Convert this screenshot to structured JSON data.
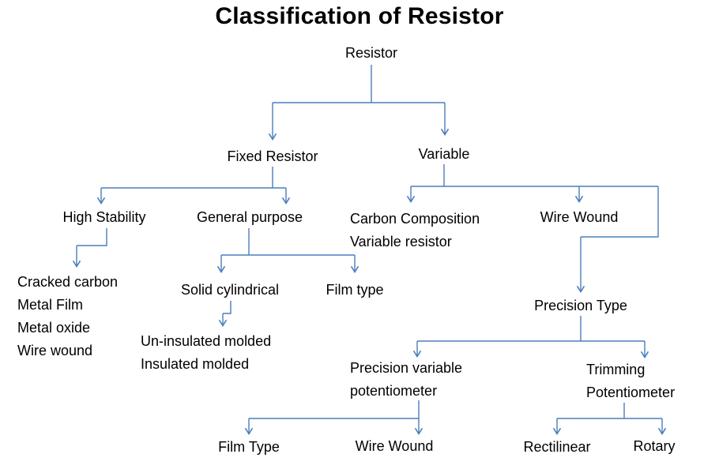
{
  "title": "Classification of Resistor",
  "colors": {
    "connector": "#4a7ebb",
    "text": "#000000",
    "background": "#ffffff"
  },
  "nodes": {
    "resistor": "Resistor",
    "fixed_resistor": "Fixed Resistor",
    "variable": "Variable",
    "high_stability": "High Stability",
    "general_purpose": "General purpose",
    "carbon_composition": {
      "line1": "Carbon Composition",
      "line2": "Variable resistor"
    },
    "wire_wound_variable": "Wire Wound",
    "high_stability_types": {
      "line1": "Cracked carbon",
      "line2": "Metal Film",
      "line3": "Metal oxide",
      "line4": "Wire wound"
    },
    "solid_cylindrical": "Solid cylindrical",
    "film_type_general": "Film type",
    "molded_types": {
      "line1": "Un-insulated molded",
      "line2": "Insulated molded"
    },
    "precision_type": "Precision Type",
    "precision_variable": {
      "line1": "Precision variable",
      "line2": "potentiometer"
    },
    "trimming": {
      "line1": "Trimming",
      "line2": "Potentiometer"
    },
    "film_type_precision": "Film Type",
    "wire_wound_precision": "Wire Wound",
    "rectilinear": "Rectilinear",
    "rotary": "Rotary"
  }
}
